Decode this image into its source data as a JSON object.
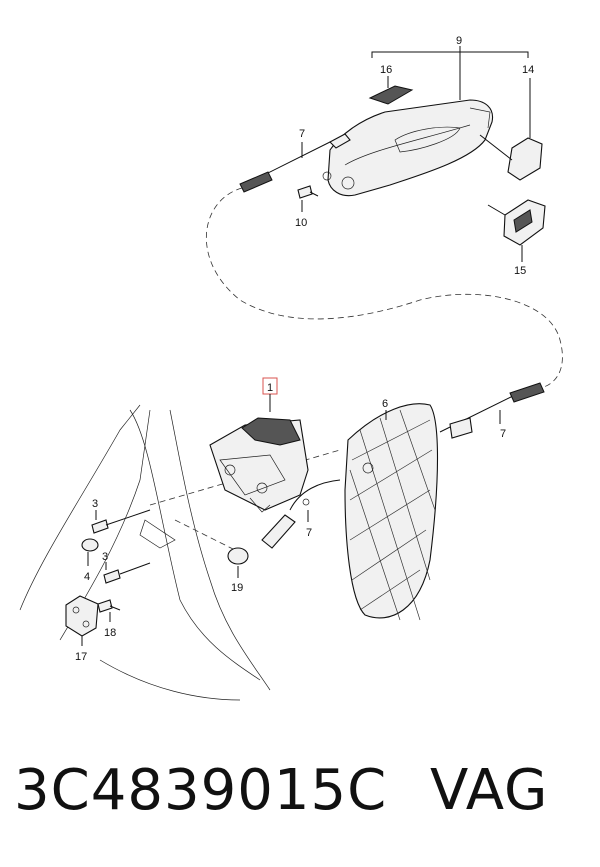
{
  "callouts": {
    "c9": "9",
    "c16": "16",
    "c14": "14",
    "c7_top": "7",
    "c10": "10",
    "c15": "15",
    "c1": "1",
    "c6": "6",
    "c7_right": "7",
    "c7_mid": "7",
    "c3_upper": "3",
    "c4": "4",
    "c3_lower": "3",
    "c19": "19",
    "c18": "18",
    "c17": "17"
  },
  "footer": {
    "part_number": "3C4839015C",
    "brand": "VAG"
  },
  "colors": {
    "highlight": "#d9534f",
    "line": "#111111"
  }
}
